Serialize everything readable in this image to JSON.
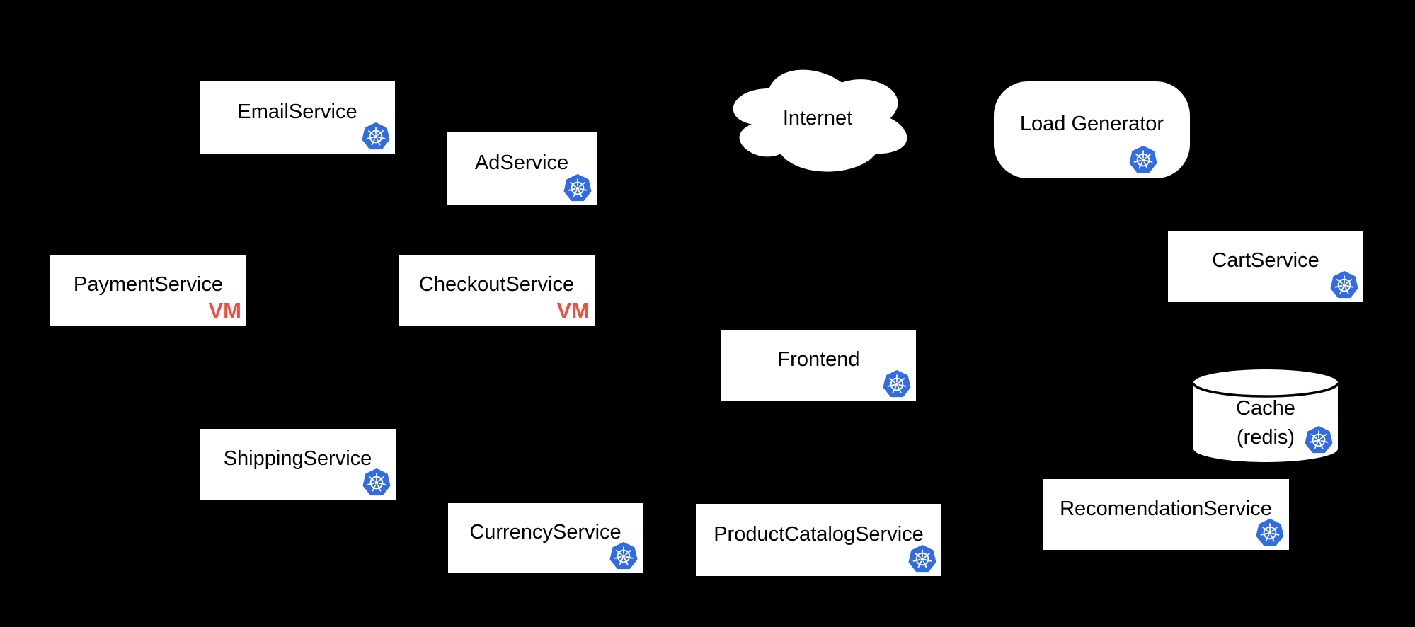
{
  "diagram": {
    "colors": {
      "background": "#000000",
      "node_fill": "#FFFFFF",
      "node_text": "#000000",
      "k8s_blue": "#326CE5",
      "vm_red": "#F74B3D",
      "cylinder_stroke": "#000000"
    },
    "icons": {
      "kubernetes": "kubernetes-icon",
      "cloud": "internet-cloud-shape",
      "cylinder": "database-cylinder-shape"
    },
    "nodes": [
      {
        "id": "email",
        "label": "EmailService",
        "shape": "box",
        "badge": "k8s"
      },
      {
        "id": "ad",
        "label": "AdService",
        "shape": "box",
        "badge": "k8s"
      },
      {
        "id": "internet",
        "label": "Internet",
        "shape": "cloud",
        "badge": "none"
      },
      {
        "id": "loadgen",
        "label": "Load Generator",
        "shape": "rounded",
        "badge": "k8s"
      },
      {
        "id": "payment",
        "label": "PaymentService",
        "shape": "box",
        "badge": "vm",
        "badge_label": "VM"
      },
      {
        "id": "checkout",
        "label": "CheckoutService",
        "shape": "box",
        "badge": "vm",
        "badge_label": "VM"
      },
      {
        "id": "cart",
        "label": "CartService",
        "shape": "box",
        "badge": "k8s"
      },
      {
        "id": "frontend",
        "label": "Frontend",
        "shape": "box",
        "badge": "k8s"
      },
      {
        "id": "cache",
        "label": "Cache",
        "label2": "(redis)",
        "shape": "cylinder",
        "badge": "k8s"
      },
      {
        "id": "shipping",
        "label": "ShippingService",
        "shape": "box",
        "badge": "k8s"
      },
      {
        "id": "recommendation",
        "label": "RecomendationService",
        "shape": "box",
        "badge": "k8s"
      },
      {
        "id": "currency",
        "label": "CurrencyService",
        "shape": "box",
        "badge": "k8s"
      },
      {
        "id": "productcatalog",
        "label": "ProductCatalogService",
        "shape": "box",
        "badge": "k8s"
      }
    ]
  }
}
